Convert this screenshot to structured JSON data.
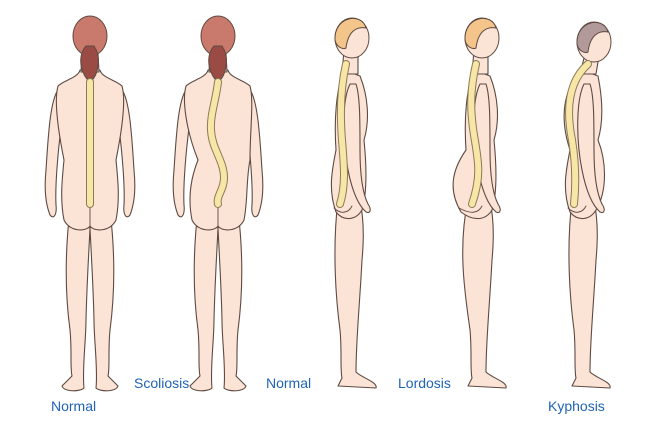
{
  "colors": {
    "skin": "#fbe3d6",
    "skin_shadow": "#efc3b0",
    "outline": "#5e4a42",
    "spine": "#f7e6a6",
    "spine_outline": "#8a7b58",
    "hair_back": "#c97a6c",
    "hair_back_dark": "#9a4b44",
    "hair_blonde": "#f3c58a",
    "hair_gray": "#b39a9a",
    "label": "#1f63b5"
  },
  "figures": [
    {
      "id": "back-normal",
      "label": "Normal",
      "view": "back",
      "posture": "normal"
    },
    {
      "id": "back-scoliosis",
      "label": "Scoliosis",
      "view": "back",
      "posture": "scoliosis"
    },
    {
      "id": "side-normal",
      "label": "Normal",
      "view": "side",
      "posture": "normal"
    },
    {
      "id": "side-lordosis",
      "label": "Lordosis",
      "view": "side",
      "posture": "lordosis"
    },
    {
      "id": "side-kyphosis",
      "label": "Kyphosis",
      "view": "side",
      "posture": "kyphosis"
    }
  ]
}
